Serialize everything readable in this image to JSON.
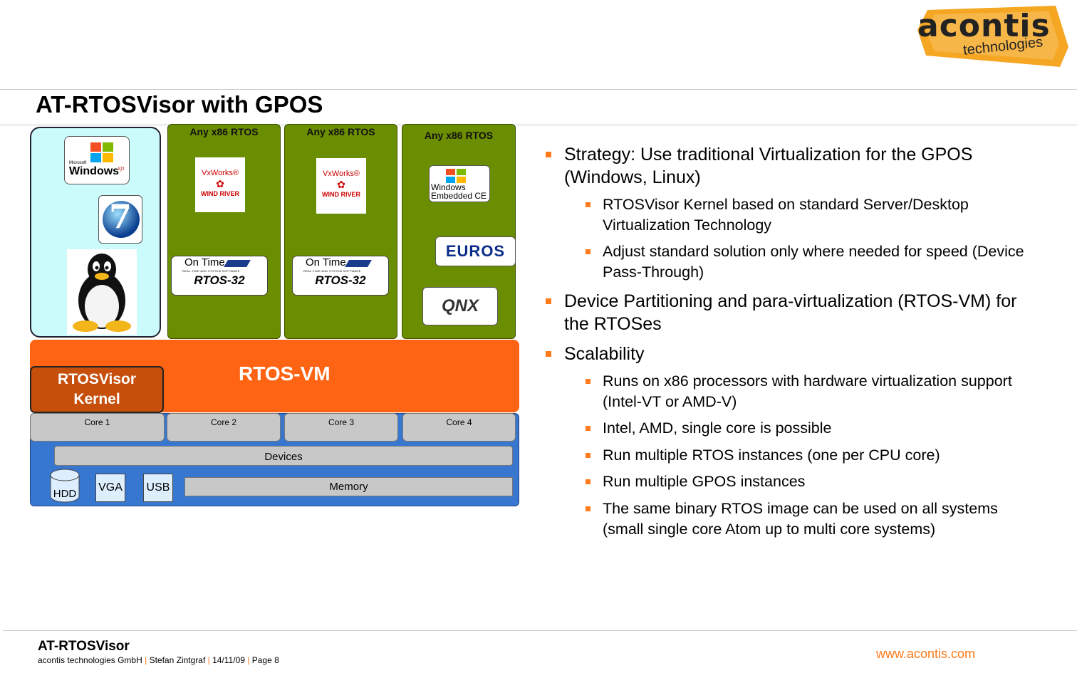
{
  "logo": {
    "wordmark": "acontis",
    "sub": "technologies"
  },
  "slide": {
    "title": "AT-RTOSVisor with GPOS"
  },
  "diagram": {
    "gpos_logos": {
      "windows_xp_small": "Microsoft",
      "windows_xp": "Windows",
      "windows_xp_sup": "xp",
      "win7": "7"
    },
    "rtos_columns": [
      {
        "header": "Any x86 RTOS",
        "vxworks": "VxWorks®",
        "windriver": "WIND RIVER",
        "ontime": "On Time",
        "ontime_sub": "REAL-TIME AND SYSTEM SOFTWARE",
        "rtos": "RTOS-32"
      },
      {
        "header": "Any x86 RTOS",
        "vxworks": "VxWorks®",
        "windriver": "WIND RIVER",
        "ontime": "On Time",
        "ontime_sub": "REAL-TIME AND SYSTEM SOFTWARE",
        "rtos": "RTOS-32"
      },
      {
        "header": "Any x86 RTOS",
        "wince_line1": "Windows",
        "wince_line2": "Embedded CE",
        "euros": "EUROS",
        "qnx": "QNX"
      }
    ],
    "rtos_vm": "RTOS-VM",
    "kernel": {
      "line1": "RTOSVisor",
      "line2": "Kernel"
    },
    "cores": [
      "Core 1",
      "Core 2",
      "Core 3",
      "Core 4"
    ],
    "devices": "Devices",
    "hdd": "HDD",
    "vga": "VGA",
    "usb": "USB",
    "memory": "Memory"
  },
  "bullets": [
    {
      "level": 1,
      "text": "Strategy: Use traditional Virtualization for the GPOS (Windows, Linux)"
    },
    {
      "level": 2,
      "text": "RTOSVisor Kernel based on standard Server/Desktop Virtualization Technology"
    },
    {
      "level": 2,
      "text": "Adjust standard solution only where needed for speed (Device Pass-Through)"
    },
    {
      "level": 1,
      "text": "Device Partitioning and para-virtualization (RTOS-VM) for the RTOSes"
    },
    {
      "level": 1,
      "text": "Scalability"
    },
    {
      "level": 2,
      "text": "Runs on x86 processors with hardware virtualization support (Intel-VT or AMD-V)"
    },
    {
      "level": 2,
      "text": "Intel, AMD, single core is possible"
    },
    {
      "level": 2,
      "text": "Run multiple RTOS instances (one per CPU core)"
    },
    {
      "level": 2,
      "text": "Run multiple GPOS instances"
    },
    {
      "level": 2,
      "text": "The same binary RTOS image can be used on all systems (small single core Atom up to multi core systems)"
    }
  ],
  "footer": {
    "title": "AT-RTOSVisor",
    "company": "acontis technologies GmbH",
    "author": "Stefan Zintgraf",
    "date": "14/11/09",
    "page": "Page 8",
    "url": "www.acontis.com"
  },
  "colors": {
    "accent": "#ff7a1a",
    "rtos_green": "#6b8d00",
    "rtosvm_orange": "#ff6414",
    "hw_blue": "#3877d0",
    "gpos_cyan": "#ccfbfb"
  }
}
